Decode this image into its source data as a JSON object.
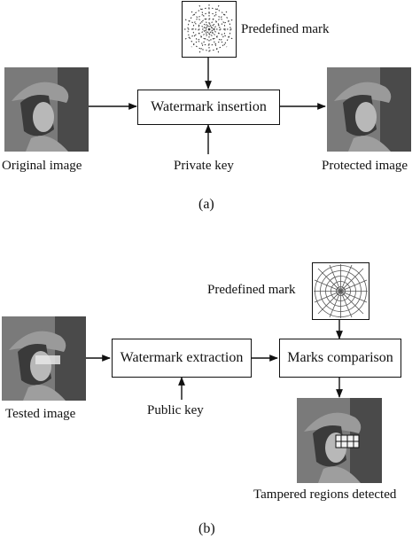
{
  "part_a": {
    "mark_label": "Predefined mark",
    "process_box": "Watermark insertion",
    "original_label": "Original image",
    "key_label": "Private key",
    "output_label": "Protected image",
    "caption": "(a)"
  },
  "part_b": {
    "mark_label": "Predefined mark",
    "extract_box": "Watermark extraction",
    "compare_box": "Marks comparison",
    "tested_label": "Tested image",
    "key_label": "Public key",
    "result_label": "Tampered regions detected",
    "caption": "(b)"
  },
  "colors": {
    "line": "#111111",
    "photo_dark": "#3a3a3a",
    "photo_light": "#bdbdbd"
  }
}
